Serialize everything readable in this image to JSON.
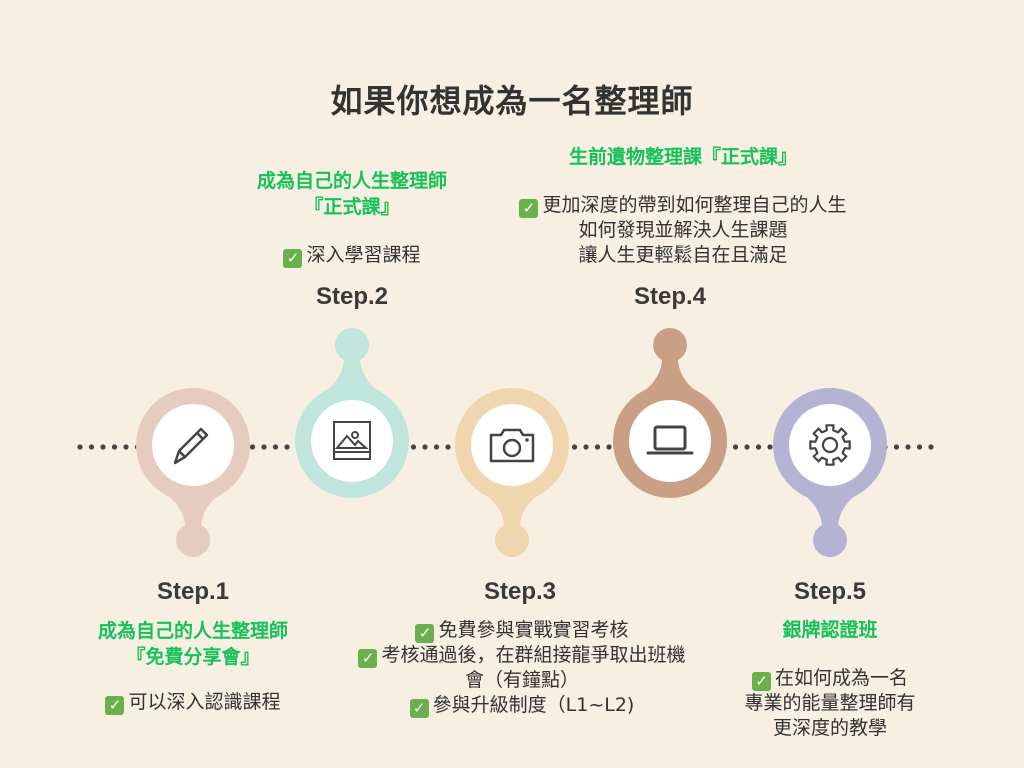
{
  "title": "如果你想成為一名整理師",
  "steps": [
    {
      "label": "Step.1",
      "heading": [
        "成為自己的人生整理師",
        "『免費分享會』"
      ],
      "items": [
        "可以深入認識課程"
      ],
      "color": "#e6cbc0",
      "icon": "pencil-icon"
    },
    {
      "label": "Step.2",
      "heading": [
        "成為自己的人生整理師",
        "『正式課』"
      ],
      "items": [
        "深入學習課程"
      ],
      "color": "#bfe5dc",
      "icon": "image-icon"
    },
    {
      "label": "Step.3",
      "heading": [],
      "items": [
        "免費參與實戰實習考核",
        "考核通過後，在群組接龍爭取出班機",
        "會（有鐘點）",
        "參與升級制度（L1~L2)"
      ],
      "color": "#f0d6af",
      "icon": "camera-icon"
    },
    {
      "label": "Step.4",
      "heading": [
        "生前遺物整理課『正式課』"
      ],
      "items": [
        "更加深度的帶到如何整理自己的人生",
        "如何發現並解決人生課題",
        "讓人生更輕鬆自在且滿足"
      ],
      "color": "#c9a086",
      "icon": "laptop-icon"
    },
    {
      "label": "Step.5",
      "heading": [
        "銀牌認證班"
      ],
      "items": [
        "在如何成為一名",
        "專業的能量整理師有",
        "更深度的教學"
      ],
      "color": "#b4b3d3",
      "icon": "gear-icon"
    }
  ],
  "check_symbol": "✓"
}
